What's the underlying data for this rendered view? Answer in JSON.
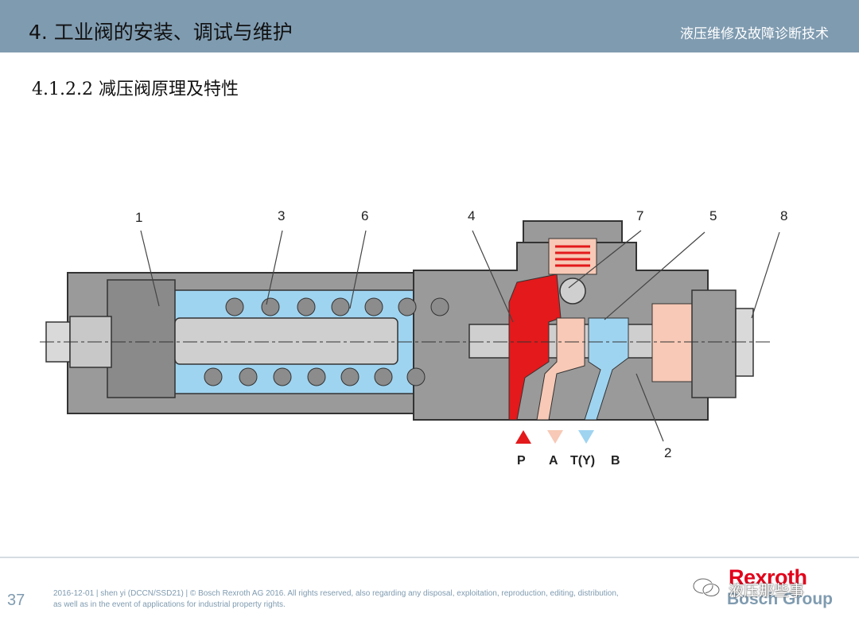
{
  "header": {
    "title": "4. 工业阀的安装、调试与维护",
    "course": "液压维修及故障诊断技术"
  },
  "subtitle": "4.1.2.2 减压阀原理及特性",
  "diagram": {
    "callouts": [
      "1",
      "3",
      "6",
      "4",
      "7",
      "5",
      "8",
      "2"
    ],
    "ports": [
      "P",
      "A",
      "T(Y)",
      "B"
    ],
    "colors": {
      "high_pressure": "#e3191b",
      "reduced_pressure": "#f7c9b6",
      "tank": "#9fd4f0",
      "housing": "#9a9a9a"
    }
  },
  "footer": {
    "page_number": "37",
    "line1": "2016-12-01 | shen yi (DCCN/SSD21) | © Bosch Rexroth AG 2016. All rights reserved, also regarding any disposal, exploitation, reproduction, editing, distribution,",
    "line2": "as well as in the event of applications for industrial property rights."
  },
  "brand": {
    "rexroth": "Rexroth",
    "bosch_group": "Bosch Group"
  },
  "watermark": {
    "text": "液压那些事",
    "icon": "wechat-icon"
  }
}
